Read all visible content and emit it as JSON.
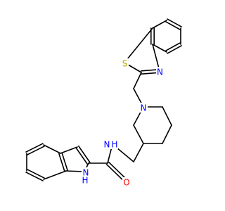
{
  "colors": {
    "bond": "#000000",
    "nitrogen": "#0000ff",
    "oxygen": "#ff0000",
    "sulfur": "#b2a800",
    "background": "#ffffff"
  },
  "atom_labels": [
    {
      "id": "s1",
      "text": "S",
      "element": "sulfur"
    },
    {
      "id": "n_thiazole",
      "text": "N",
      "element": "nitrogen"
    },
    {
      "id": "n_piperidine",
      "text": "N",
      "element": "nitrogen"
    },
    {
      "id": "n_amide",
      "text": "N",
      "element": "nitrogen"
    },
    {
      "id": "h_amide",
      "text": "H",
      "element": "nitrogen"
    },
    {
      "id": "o_carbonyl",
      "text": "O",
      "element": "oxygen"
    },
    {
      "id": "n_indole",
      "text": "N",
      "element": "nitrogen"
    },
    {
      "id": "h_indole",
      "text": "H",
      "element": "nitrogen"
    }
  ]
}
